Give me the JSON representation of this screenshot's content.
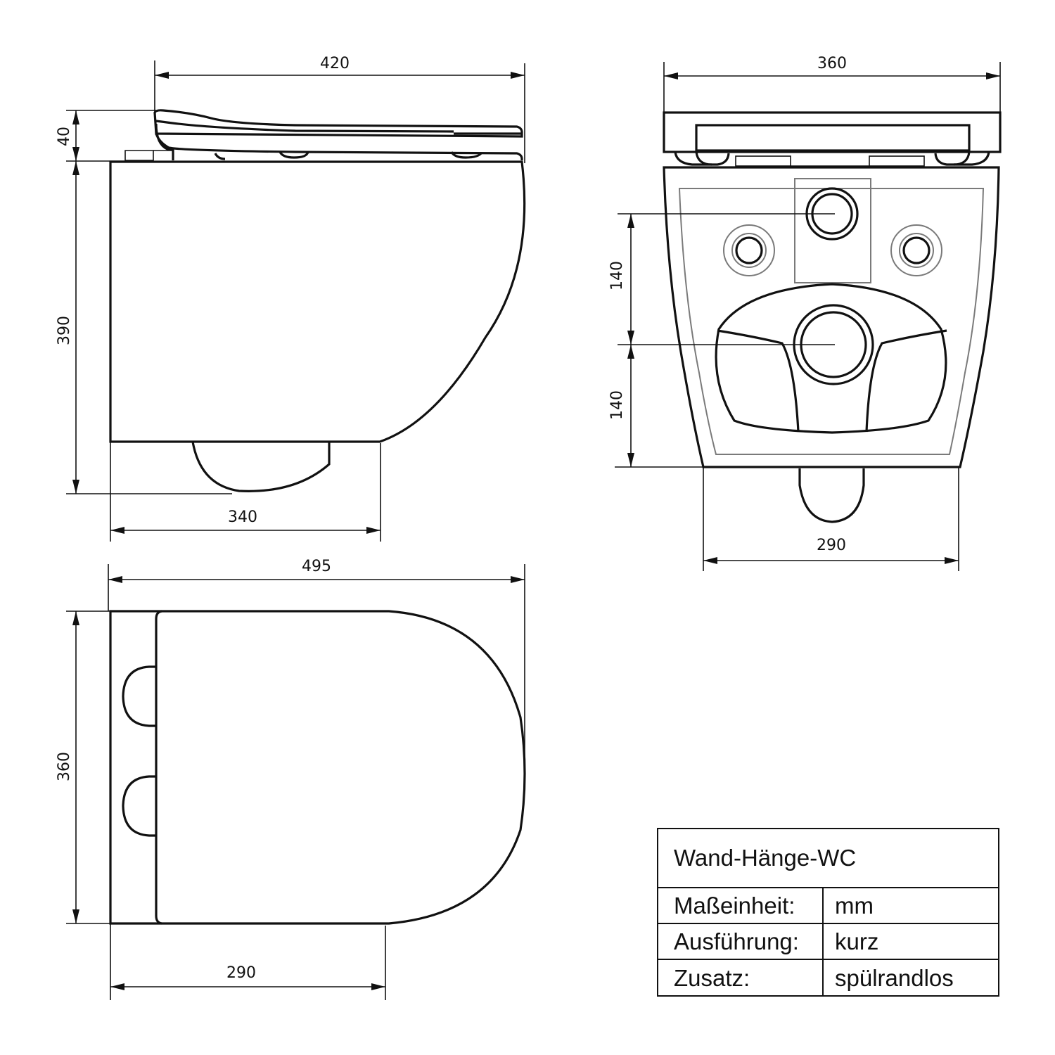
{
  "drawing": {
    "type": "technical-drawing",
    "subject": "Wand-Hänge-WC",
    "views": {
      "side_view": {
        "dimensions": {
          "seat_length": "420",
          "seat_height": "40",
          "bowl_height": "390",
          "bowl_bottom_length": "340"
        }
      },
      "rear_view": {
        "dimensions": {
          "overall_width": "360",
          "upper_spacing": "140",
          "lower_spacing": "140",
          "bottom_width": "290"
        }
      },
      "top_view": {
        "dimensions": {
          "total_length": "495",
          "width": "360",
          "straight_length": "290"
        }
      }
    }
  },
  "title_block": {
    "title": "Wand-Hänge-WC",
    "rows": [
      {
        "key": "Maßeinheit:",
        "value": "mm"
      },
      {
        "key": "Ausführung:",
        "value": "kurz"
      },
      {
        "key": "Zusatz:",
        "value": "spülrandlos"
      }
    ]
  },
  "colors": {
    "line": "#111111",
    "secondary_line": "#7a7a7a",
    "background": "#ffffff"
  }
}
